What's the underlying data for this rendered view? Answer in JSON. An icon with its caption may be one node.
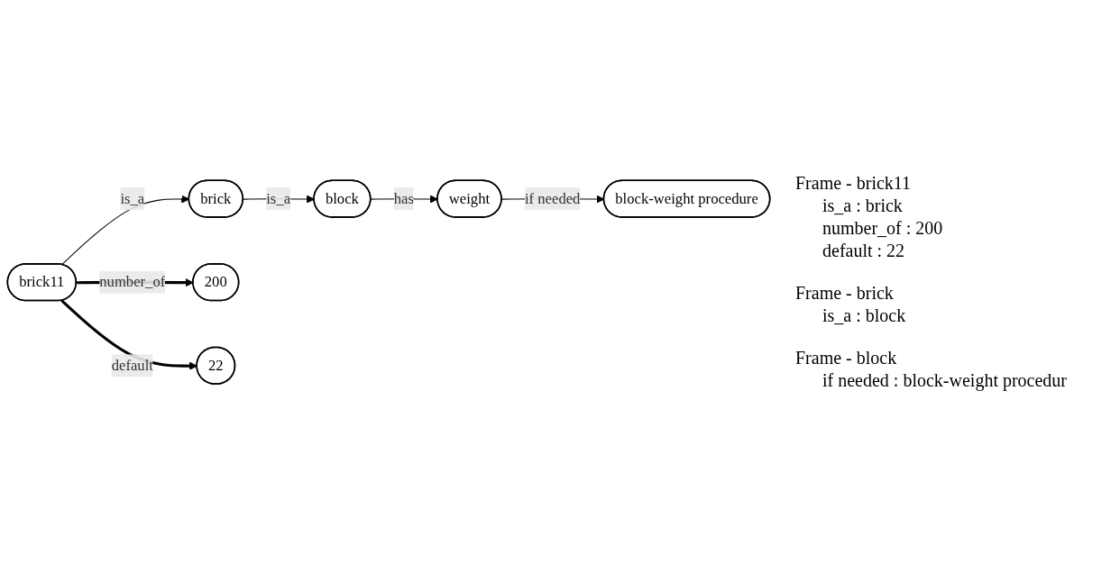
{
  "diagram": {
    "nodes": [
      {
        "text": [
          "block"
        ]
      },
      {
        "text": [
          "weight"
        ]
      },
      {
        "text": [
          "block-weight procedure"
        ]
      },
      {
        "text": [
          "brick"
        ]
      },
      {
        "text": [
          "brick11"
        ]
      },
      {
        "text": [
          "200"
        ]
      },
      {
        "text": [
          "22"
        ]
      }
    ],
    "edges": [
      {
        "from": 0,
        "to": 1,
        "arrow": "to",
        "label": "has"
      },
      {
        "from": 1,
        "to": 2,
        "arrow": "to",
        "label": "if needed"
      },
      {
        "from": 3,
        "to": 0,
        "arrow": "to",
        "label": "is_a"
      },
      {
        "from": 4,
        "to": 3,
        "arrow": "to",
        "label": "is_a"
      },
      {
        "from": 4,
        "to": 5,
        "arrow": "to",
        "label": "number_of",
        "style": "thick"
      },
      {
        "from": 4,
        "to": 6,
        "arrow": "to",
        "label": "default",
        "style": "thick"
      }
    ],
    "labels": [
      "Frame - brick11",
      "is_a : brick",
      "number_of : 200",
      "default : 22",
      "Frame - brick",
      "is_a : block",
      "Frame - block",
      "if needed : block-weight procedur"
    ]
  }
}
